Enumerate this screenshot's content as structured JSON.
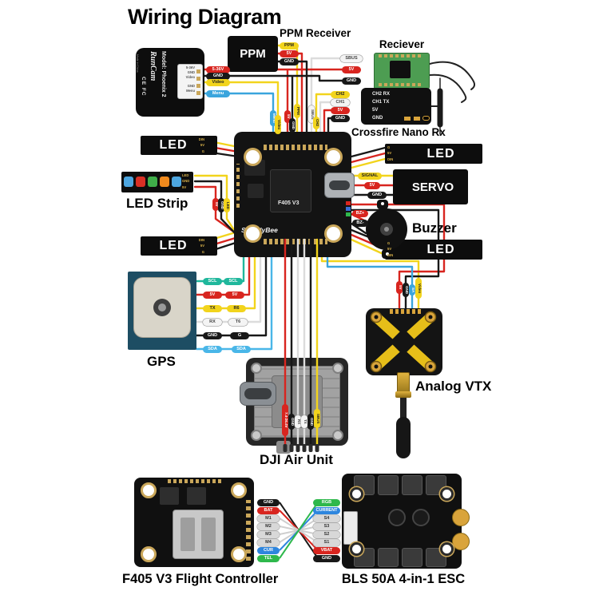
{
  "labels": {
    "title": "Wiring Diagram",
    "ppm_box": "PPM",
    "ppm_title": "PPM Receiver",
    "receiver": "Reciever",
    "crossfire": "Crossfire Nano Rx",
    "led": "LED",
    "led_strip": "LED Strip",
    "servo": "SERVO",
    "buzzer": "Buzzer",
    "gps": "GPS",
    "vtx": "Analog VTX",
    "dji": "DJI Air Unit",
    "fc2": "F405 V3 Flight Controller",
    "esc": "BLS 50A 4-in-1 ESC",
    "fc_name": "F405 V3",
    "fc_brand": "SpeedyBee"
  },
  "camera": {
    "brand": "RunCam",
    "model": "Model: Phoenix 2",
    "cert": "CE FC",
    "made_in": "Made in China",
    "conn": [
      "5-36V",
      "GND",
      "Video",
      "GND",
      "Menu"
    ]
  },
  "crossfire_pins": [
    "CH2 RX",
    "CH1 TX",
    "5V",
    "GND"
  ],
  "led_pins_left": [
    "DIN",
    "5V",
    "G"
  ],
  "led_pins_right": [
    "G",
    "5V",
    "DIN"
  ],
  "strip_pins": [
    "LED",
    "GND",
    "5V"
  ],
  "chips": {
    "cam": [
      "5-36V",
      "GND",
      "Video",
      "Menu"
    ],
    "ppm": [
      "PPM",
      "5V",
      "GND"
    ],
    "rx": [
      "SBUS",
      "5V",
      "GND"
    ],
    "cf": [
      "CH2",
      "CH1",
      "5V",
      "GND"
    ],
    "fc_top": [
      "Menu",
      "Video",
      "5V",
      "GND",
      "PPM",
      "SBUS",
      "CH2"
    ],
    "strip": [
      "5V",
      "GND",
      "LED"
    ],
    "servo": [
      "SIGNAL",
      "5V",
      "GND"
    ],
    "buzzer": [
      "BZ+",
      "BZ-"
    ],
    "gps_near": [
      "SCL",
      "5V",
      "TX",
      "RX",
      "GND",
      "SDA"
    ],
    "gps_far": [
      "SCL",
      "5V",
      "R6",
      "T6",
      "G",
      "SDA"
    ],
    "vtx": [
      "5V",
      "GND",
      "SA",
      "Video"
    ],
    "dji": [
      "7.4-26.4V",
      "GND",
      "RX",
      "TX",
      "GND",
      "SBUS"
    ],
    "fc2": [
      "GND",
      "BAT",
      "M1",
      "M2",
      "M3",
      "M4",
      "CUR",
      "TEL"
    ],
    "esc": [
      "RGB",
      "CURRENT",
      "S4",
      "S3",
      "S2",
      "S1",
      "VBAT",
      "GND"
    ]
  },
  "colors": {
    "red": "#d8251f",
    "black": "#181818",
    "yellow": "#f2d41c",
    "blue": "#3aa5dd",
    "teal": "#1fb79c",
    "lblue": "#49b6e8",
    "white": "#dcdcdc",
    "green": "#2eb84c",
    "cur_blue": "#2e86de",
    "gold": "#d9a43b",
    "vtx_yellow": "#e6be19"
  }
}
